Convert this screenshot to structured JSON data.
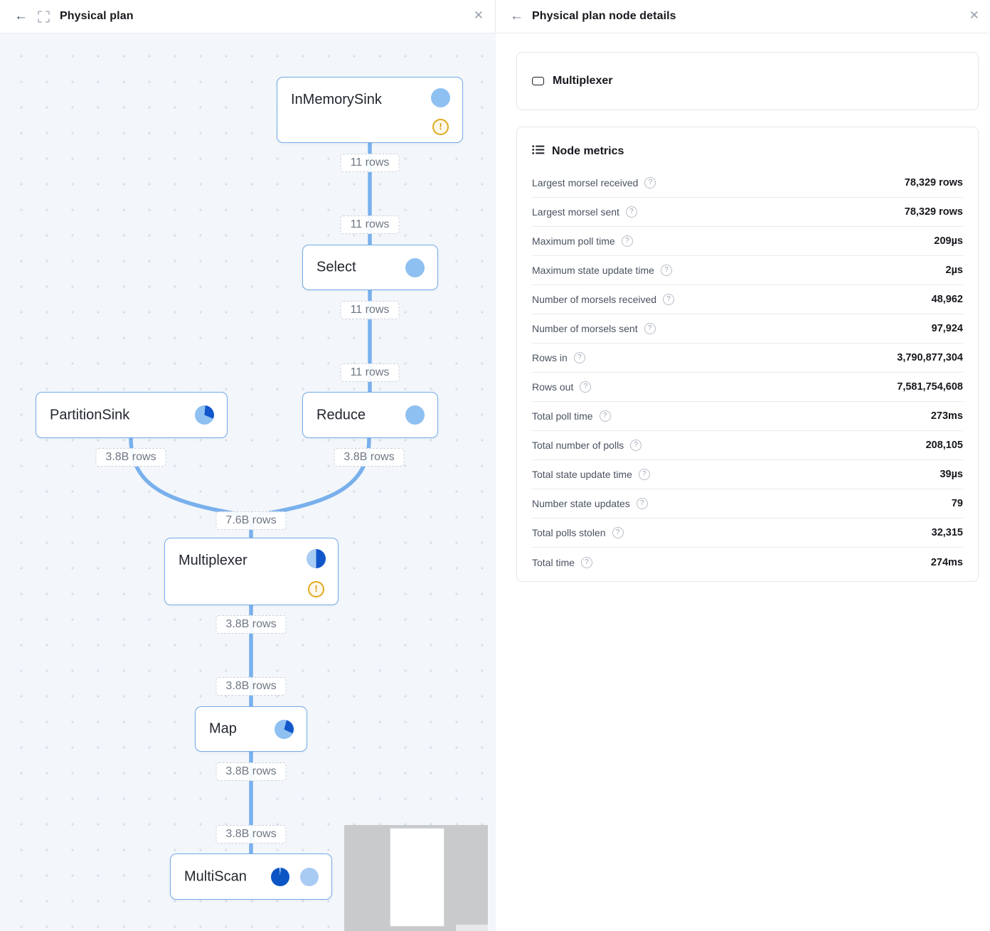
{
  "icons": {
    "back": "←",
    "close": "✕",
    "help": "?",
    "warning": "!"
  },
  "colors": {
    "accent_blue": "#1156cb",
    "light_blue": "#8ec0f1",
    "edge_blue": "#79b0ec",
    "node_border": "#74abe9",
    "warning_amber": "#e1a91e",
    "canvas_bg": "#f3f6fa"
  },
  "left_panel": {
    "title": "Physical plan"
  },
  "diagram": {
    "nodes": {
      "in_memory_sink": {
        "label": "InMemorySink"
      },
      "select": {
        "label": "Select"
      },
      "partition_sink": {
        "label": "PartitionSink"
      },
      "reduce": {
        "label": "Reduce"
      },
      "multiplexer": {
        "label": "Multiplexer"
      },
      "map": {
        "label": "Map"
      },
      "multi_scan": {
        "label": "MultiScan"
      }
    },
    "edge_labels": [
      "11 rows",
      "11 rows",
      "11 rows",
      "11 rows",
      "3.8B rows",
      "3.8B rows",
      "7.6B rows",
      "3.8B rows",
      "3.8B rows",
      "3.8B rows",
      "3.8B rows"
    ]
  },
  "right_panel": {
    "title": "Physical plan node details",
    "node_card": {
      "title": "Multiplexer"
    },
    "metrics_card": {
      "title": "Node metrics",
      "rows": [
        {
          "label": "Largest morsel received",
          "value": "78,329 rows"
        },
        {
          "label": "Largest morsel sent",
          "value": "78,329 rows"
        },
        {
          "label": "Maximum poll time",
          "value": "209µs"
        },
        {
          "label": "Maximum state update time",
          "value": "2µs"
        },
        {
          "label": "Number of morsels received",
          "value": "48,962"
        },
        {
          "label": "Number of morsels sent",
          "value": "97,924"
        },
        {
          "label": "Rows in",
          "value": "3,790,877,304"
        },
        {
          "label": "Rows out",
          "value": "7,581,754,608"
        },
        {
          "label": "Total poll time",
          "value": "273ms"
        },
        {
          "label": "Total number of polls",
          "value": "208,105"
        },
        {
          "label": "Total state update time",
          "value": "39µs"
        },
        {
          "label": "Number state updates",
          "value": "79"
        },
        {
          "label": "Total polls stolen",
          "value": "32,315"
        },
        {
          "label": "Total time",
          "value": "274ms"
        }
      ]
    }
  }
}
